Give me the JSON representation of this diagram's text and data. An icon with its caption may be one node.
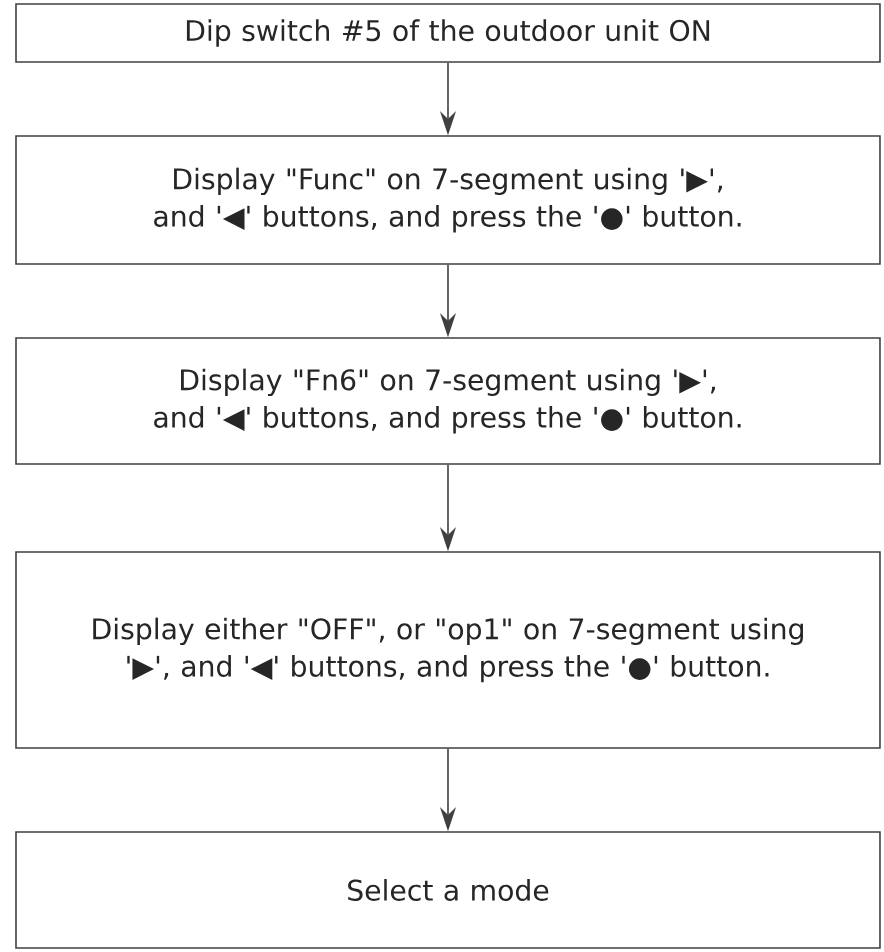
{
  "diagram": {
    "nodes": [
      {
        "text": [
          "Dip switch #5 of the outdoor unit ON"
        ]
      },
      {
        "text": [
          "Display \"Func\" on 7-segment using '▶', and '◀' buttons, and press the '●' button."
        ]
      },
      {
        "text": [
          "Display \"Fn6\" on 7-segment using '▶', and '◀' buttons, and press the '●' button."
        ]
      },
      {
        "text": [
          "Display either \"OFF\", or \"op1\" on 7-segment using '▶', and '◀' buttons, and press the '●' button."
        ]
      },
      {
        "text": [
          "Select a mode"
        ]
      }
    ],
    "edges": [
      {
        "from": 0,
        "to": 1,
        "arrow": "to"
      },
      {
        "from": 1,
        "to": 2,
        "arrow": "to"
      },
      {
        "from": 2,
        "to": 3,
        "arrow": "to"
      },
      {
        "from": 3,
        "to": 4,
        "arrow": "to"
      }
    ]
  }
}
